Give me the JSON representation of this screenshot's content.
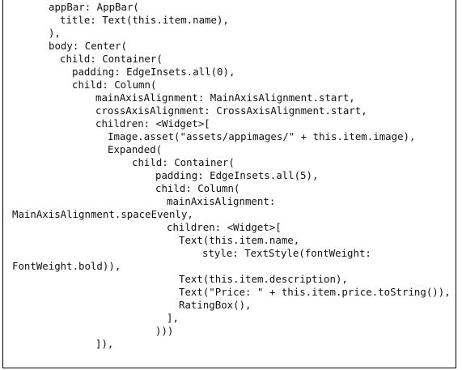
{
  "code_lines": [
    {
      "text": "appBar: AppBar(",
      "indent": 60
    },
    {
      "text": "title: Text(this.item.name),",
      "indent": 74
    },
    {
      "text": "),",
      "indent": 60
    },
    {
      "text": "body: Center(",
      "indent": 60
    },
    {
      "text": "child: Container(",
      "indent": 74
    },
    {
      "text": "padding: EdgeInsets.all(0),",
      "indent": 89
    },
    {
      "text": "child: Column(",
      "indent": 89
    },
    {
      "text": "mainAxisAlignment: MainAxisAlignment.start,",
      "indent": 118
    },
    {
      "text": "crossAxisAlignment: CrossAxisAlignment.start,",
      "indent": 118
    },
    {
      "text": "children: <Widget>[",
      "indent": 118
    },
    {
      "text": "Image.asset(\"assets/appimages/\" + this.item.image),",
      "indent": 133
    },
    {
      "text": "Expanded(",
      "indent": 133
    },
    {
      "text": "child: Container(",
      "indent": 163
    },
    {
      "text": "padding: EdgeInsets.all(5),",
      "indent": 192
    },
    {
      "text": "child: Column(",
      "indent": 192
    },
    {
      "text": "mainAxisAlignment:",
      "indent": 206
    },
    {
      "text": "MainAxisAlignment.spaceEvenly,",
      "indent": 15
    },
    {
      "text": "children: <Widget>[",
      "indent": 206
    },
    {
      "text": "Text(this.item.name,",
      "indent": 221
    },
    {
      "text": "style: TextStyle(fontWeight:",
      "indent": 250
    },
    {
      "text": "FontWeight.bold)),",
      "indent": 15
    },
    {
      "text": "Text(this.item.description),",
      "indent": 221
    },
    {
      "text": "Text(\"Price: \" + this.item.price.toString()),",
      "indent": 221
    },
    {
      "text": "RatingBox(),",
      "indent": 221
    },
    {
      "text": "],",
      "indent": 206
    },
    {
      "text": ")))",
      "indent": 192
    },
    {
      "text": "]),",
      "indent": 118
    }
  ]
}
